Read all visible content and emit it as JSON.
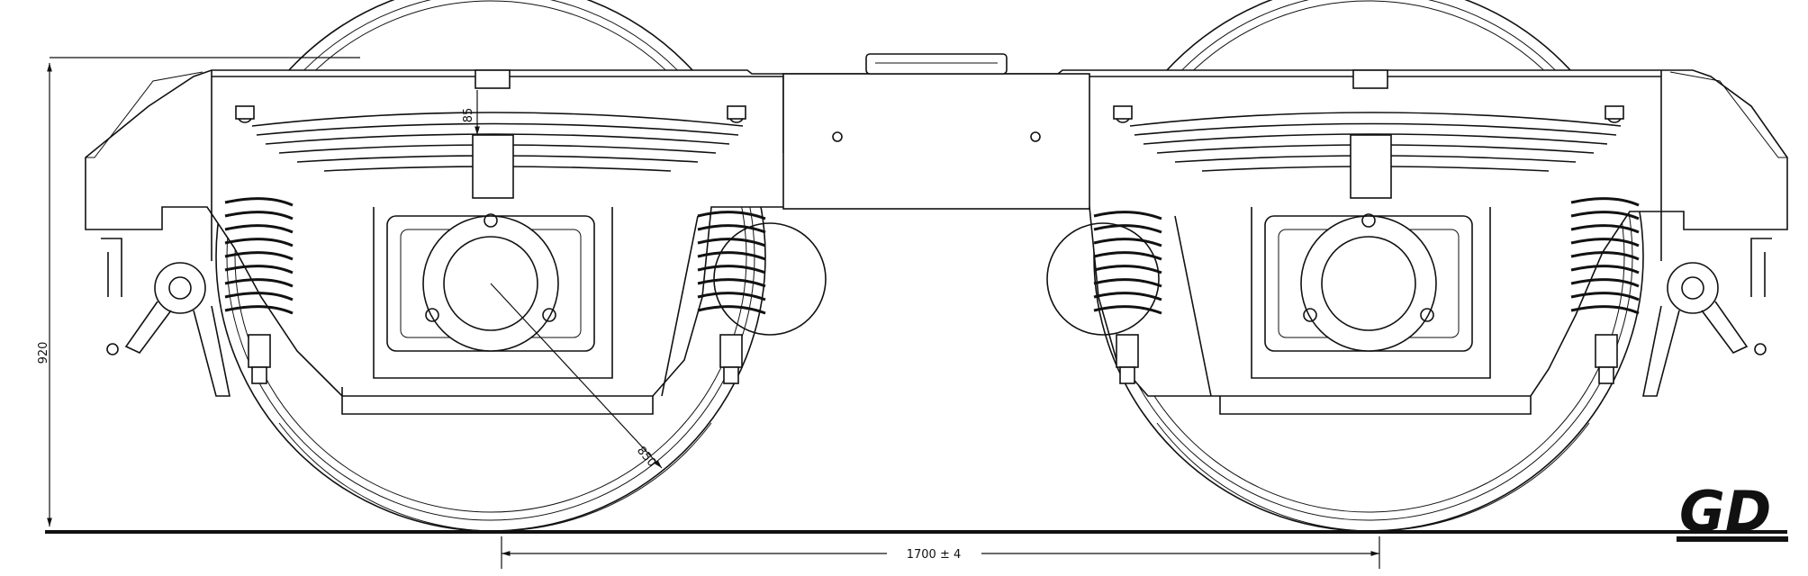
{
  "dimensions": {
    "height": "920",
    "wheelbase": "1700 ± 4",
    "diameter": "850",
    "clearance": "85"
  },
  "logo": {
    "text": "GD"
  },
  "colors": {
    "line": "#111111",
    "background": "#ffffff"
  }
}
